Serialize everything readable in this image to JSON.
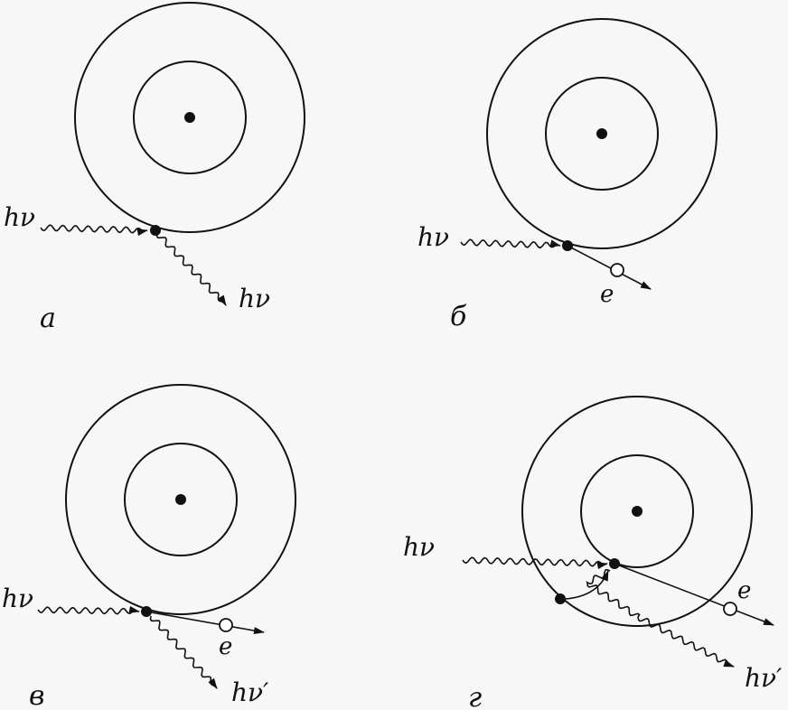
{
  "labels": {
    "photon": "hν",
    "photon_scattered": "hν′",
    "electron": "e"
  },
  "panels": {
    "a": "а",
    "b": "б",
    "v": "в",
    "g": "г"
  },
  "colors": {
    "ink": "#111111",
    "background": "#f7f7f7"
  }
}
